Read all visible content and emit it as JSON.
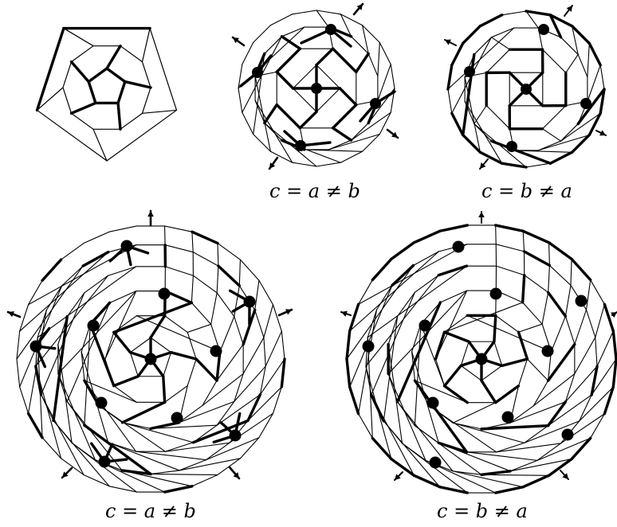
{
  "captions": {
    "top_middle": "c = a ≠ b",
    "top_right": "c = b ≠ a",
    "bottom_left": "c = a ≠ b",
    "bottom_right": "c = b ≠ a"
  },
  "colors": {
    "stroke": "#000000",
    "background": "#ffffff"
  }
}
